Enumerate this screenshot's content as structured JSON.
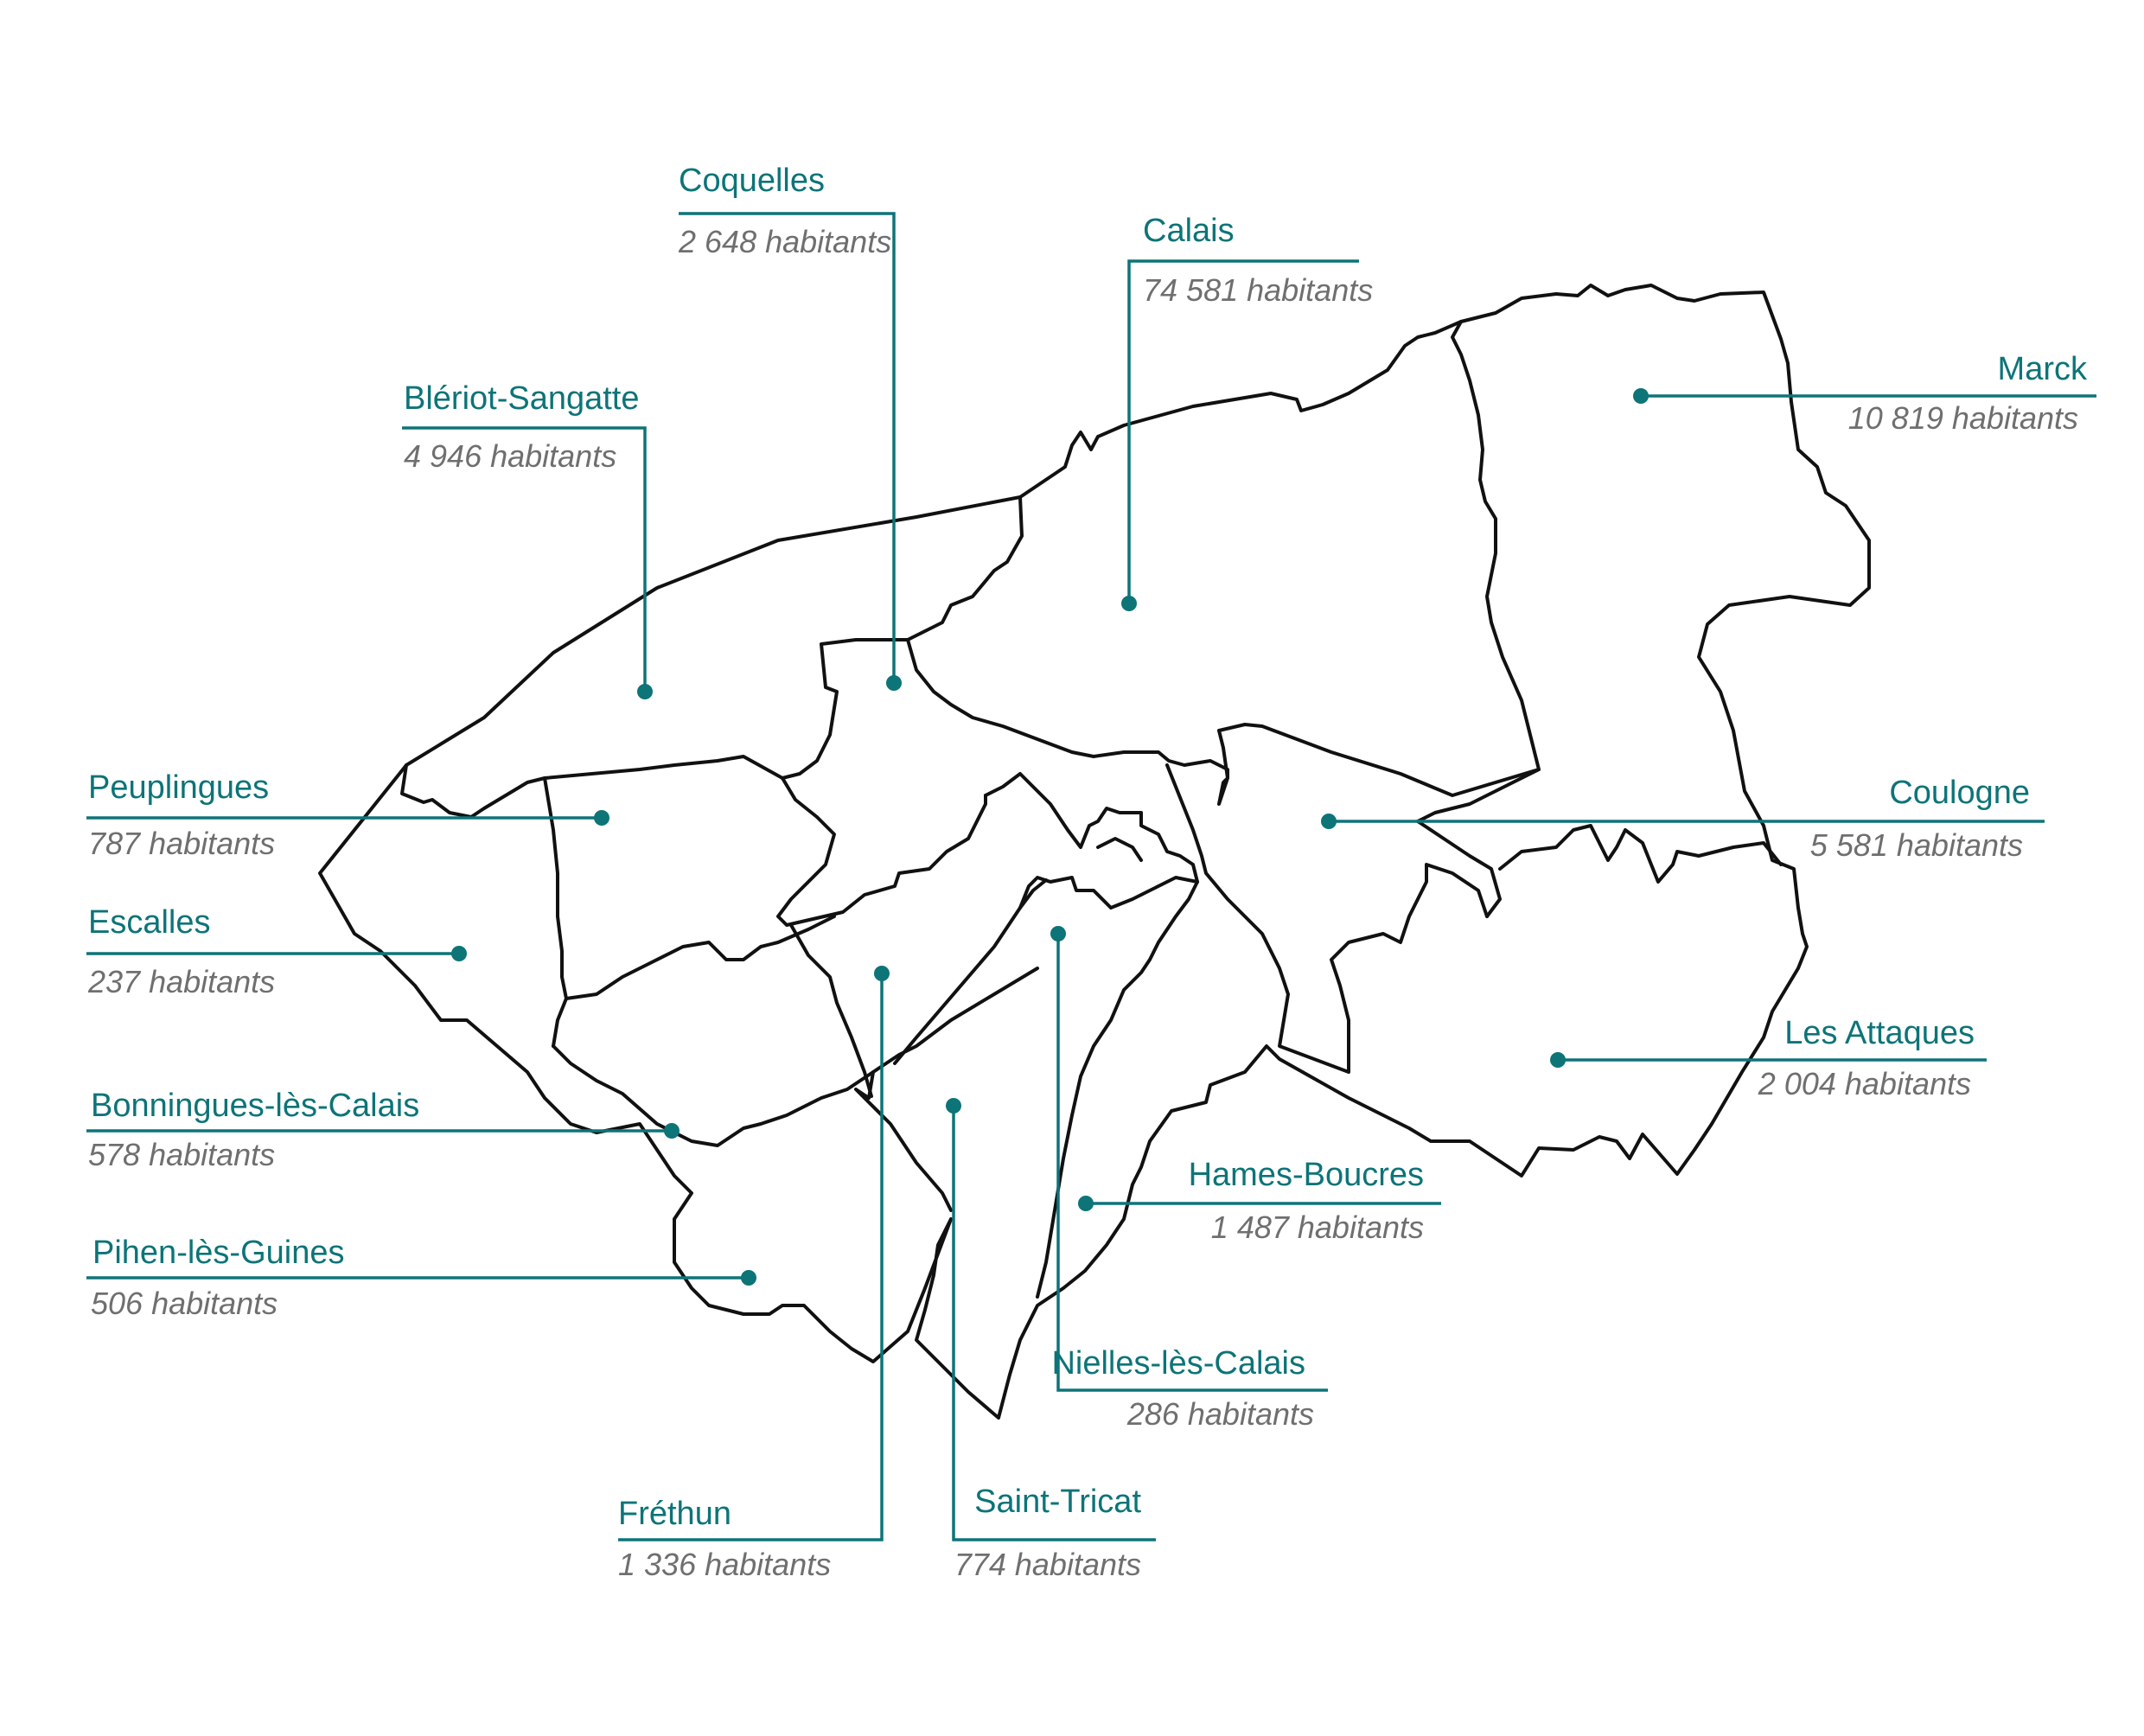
{
  "colors": {
    "accent": "#0d7478",
    "population_text": "#6f6f6f",
    "boundary": "#111111"
  },
  "communes": [
    {
      "key": "coquelles",
      "name": "Coquelles",
      "population": "2 648 habitants"
    },
    {
      "key": "calais",
      "name": "Calais",
      "population": "74 581 habitants"
    },
    {
      "key": "marck",
      "name": "Marck",
      "population": "10 819 habitants"
    },
    {
      "key": "bleriot",
      "name": "Blériot-Sangatte",
      "population": "4 946 habitants"
    },
    {
      "key": "peuplingues",
      "name": "Peuplingues",
      "population": "787 habitants"
    },
    {
      "key": "escalles",
      "name": "Escalles",
      "population": "237 habitants"
    },
    {
      "key": "bonningues",
      "name": "Bonningues-lès-Calais",
      "population": "578 habitants"
    },
    {
      "key": "pihen",
      "name": "Pihen-lès-Guines",
      "population": "506 habitants"
    },
    {
      "key": "coulogne",
      "name": "Coulogne",
      "population": "5 581 habitants"
    },
    {
      "key": "attaques",
      "name": "Les Attaques",
      "population": "2 004 habitants"
    },
    {
      "key": "hames",
      "name": "Hames-Boucres",
      "population": "1 487 habitants"
    },
    {
      "key": "nielles",
      "name": "Nielles-lès-Calais",
      "population": "286 habitants"
    },
    {
      "key": "frethun",
      "name": "Fréthun",
      "population": "1 336 habitants"
    },
    {
      "key": "sainttricat",
      "name": "Saint-Tricat",
      "population": "774 habitants"
    }
  ]
}
